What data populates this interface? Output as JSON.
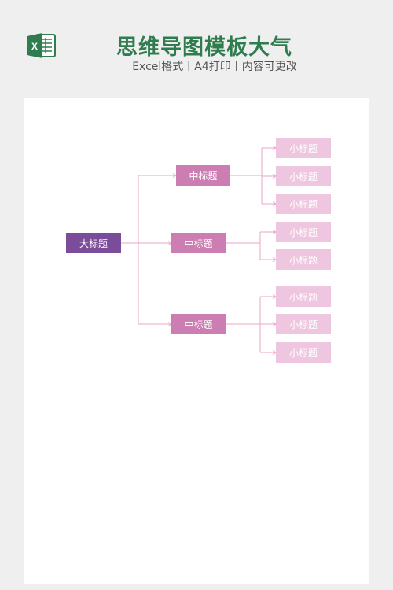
{
  "header": {
    "title": "思维导图模板大气",
    "subtitle": "Excel格式丨A4打印丨内容可更改",
    "icon": "excel-icon",
    "title_color": "#2f7d4f"
  },
  "mindmap": {
    "root": {
      "label": "大标题",
      "color": "#7b4c9a"
    },
    "branches": [
      {
        "label": "中标题",
        "children": [
          "小标题",
          "小标题",
          "小标题"
        ]
      },
      {
        "label": "中标题",
        "children": [
          "小标题",
          "小标题"
        ]
      },
      {
        "label": "中标题",
        "children": [
          "小标题",
          "小标题",
          "小标题"
        ]
      }
    ],
    "mid_color": "#cc7eb2",
    "leaf_color": "#efc6df",
    "line_color": "#e8a6c8"
  }
}
